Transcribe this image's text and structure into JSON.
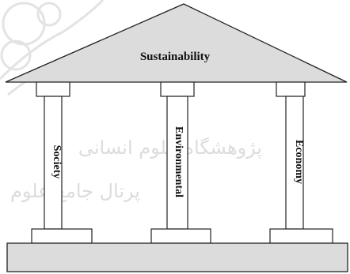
{
  "roof": {
    "title": "Sustainability"
  },
  "pillars": [
    {
      "label": "Society"
    },
    {
      "label": "Environmental"
    },
    {
      "label": "Economy"
    }
  ],
  "watermark": {
    "line1": "پژوهشگاه علوم انسانی",
    "line2": "پرتال جامع علوم"
  },
  "colors": {
    "roof_fill": "#dcdcdc",
    "pillar_fill": "#ffffff",
    "base_fill": "#dcdcdc",
    "stroke": "#222222",
    "watermark": "#d9d9d9"
  }
}
